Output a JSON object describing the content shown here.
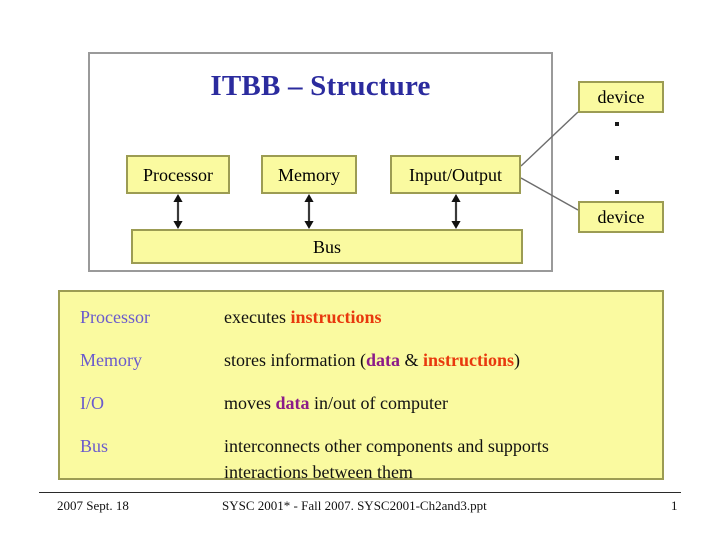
{
  "slide": {
    "title": "ITBB – Structure",
    "title_color": "#2B2B9E",
    "background": "#FFFFFF"
  },
  "diagram": {
    "box_fill": "#FAFAA0",
    "box_border": "#9C9C53",
    "frame_border": "#9A9A9A",
    "components": [
      {
        "id": "processor",
        "label": "Processor"
      },
      {
        "id": "memory",
        "label": "Memory"
      },
      {
        "id": "io",
        "label": "Input/Output"
      }
    ],
    "bus": {
      "label": "Bus"
    },
    "devices": [
      {
        "id": "device-top",
        "label": "device"
      },
      {
        "id": "device-bottom",
        "label": "device"
      }
    ],
    "ellipsis": "..."
  },
  "description": {
    "panel_fill": "#FAFAA0",
    "panel_border": "#9C9C53",
    "term_color": "#6A5ACD",
    "keyword_instructions_color": "#E8380D",
    "keyword_data_color": "#8B1A89",
    "rows": [
      {
        "term": "Processor",
        "pre": "executes ",
        "kw1": "instructions",
        "mid": "",
        "kw2": "",
        "post": "",
        "line2": ""
      },
      {
        "term": "Memory",
        "pre": "stores information (",
        "kw1": "data",
        "mid": " & ",
        "kw2": "instructions",
        "post": ")",
        "line2": ""
      },
      {
        "term": "I/O",
        "pre": "moves ",
        "kw1": "data",
        "mid": "",
        "kw2": "",
        "post": " in/out of computer",
        "line2": ""
      },
      {
        "term": "Bus",
        "pre": "interconnects other components and supports",
        "kw1": "",
        "mid": "",
        "kw2": "",
        "post": "",
        "line2": "interactions between them"
      }
    ]
  },
  "footer": {
    "date": "2007 Sept. 18",
    "center": "SYSC 2001* - Fall 2007. SYSC2001-Ch2and3.ppt",
    "page": "1"
  }
}
